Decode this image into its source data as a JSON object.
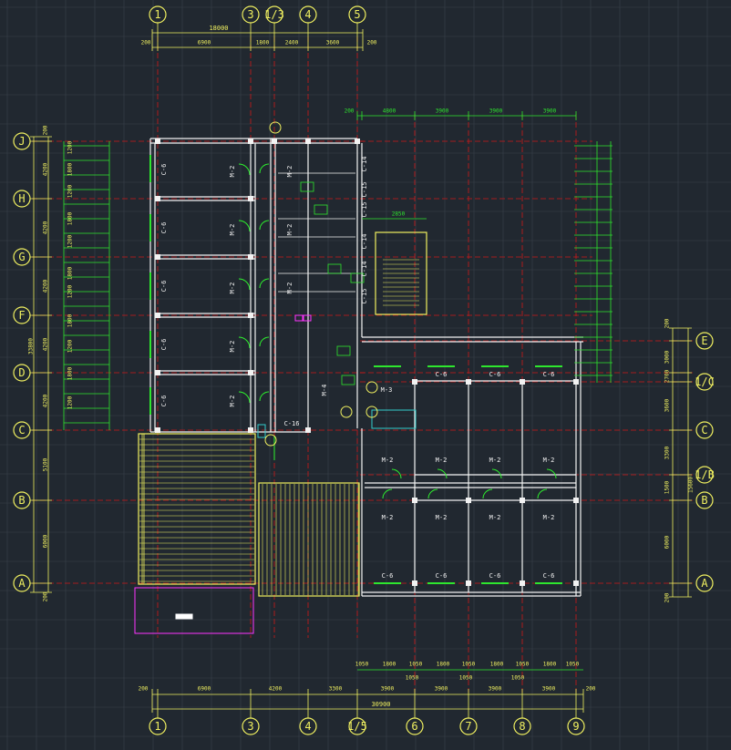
{
  "colors": {
    "background": "#212830",
    "grid": "#3a414b",
    "axis": "#d01818",
    "wall": "#f2f2f2",
    "dimension": "#2ee62e",
    "bubble": "#f0f060",
    "door": "#2ef22e",
    "stair": "#f0f060",
    "cyan": "#33cccc",
    "magenta": "#ff33ff"
  },
  "axis_labels": {
    "top": [
      "1",
      "3",
      "1/3",
      "4",
      "5"
    ],
    "bottom": [
      "1",
      "3",
      "4",
      "1/5",
      "6",
      "7",
      "8",
      "9"
    ],
    "left": [
      "J",
      "H",
      "G",
      "F",
      "D",
      "C",
      "B",
      "A"
    ],
    "right": [
      "E",
      "1/C",
      "C",
      "1/B",
      "B",
      "A"
    ]
  },
  "dims": {
    "top_total": "18000",
    "top_parts": [
      "200",
      "6900",
      "1800",
      "2400",
      "3600",
      "200"
    ],
    "bottom_parts": [
      "200",
      "6900",
      "4200",
      "3300",
      "3900",
      "3900",
      "3900",
      "3900",
      "200"
    ],
    "bottom_total": "30900",
    "bottom_windows": [
      "1050",
      "1800",
      "1050",
      "1800",
      "1050",
      "1800",
      "1050",
      "1800",
      "1050"
    ],
    "bottom_windows2": [
      "1050",
      "1050",
      "1050"
    ],
    "left_total": "33800",
    "left_parts": [
      "200",
      "4200",
      "4200",
      "4200",
      "4200",
      "4200",
      "5100",
      "6000",
      "200"
    ],
    "left_windows": [
      "1200",
      "1800",
      "1200",
      "1800",
      "1200",
      "1800",
      "1200",
      "1800",
      "1200",
      "1800",
      "1200"
    ],
    "right_total": "15600",
    "right_parts": [
      "200",
      "3000",
      "2700",
      "3600",
      "3300",
      "1500",
      "6000",
      "200"
    ],
    "east_top": [
      "200",
      "4800",
      "3900",
      "3900",
      "3900"
    ],
    "stair_dim": "2850"
  },
  "room_labels": {
    "windows_west": [
      "C-6",
      "C-6",
      "C-6",
      "C-6",
      "C-6"
    ],
    "doors_west": [
      "M-2",
      "M-2",
      "M-2",
      "M-2",
      "M-2"
    ],
    "doors_mid": [
      "M-2",
      "M-2",
      "M-2",
      "M-4"
    ],
    "windows_service": [
      "C-14",
      "C-15",
      "C-15",
      "C-14",
      "C-14",
      "C-15"
    ],
    "window_c16": "C-16",
    "windows_east_top": [
      "C-6",
      "C-6",
      "C-6"
    ],
    "windows_east_bottom": [
      "C-6",
      "C-6",
      "C-6",
      "C-6"
    ],
    "doors_east_top": [
      "M-2",
      "M-2",
      "M-2",
      "M-2"
    ],
    "doors_east_bottom": [
      "M-2",
      "M-2",
      "M-2",
      "M-2"
    ],
    "door_m3": "M-3"
  }
}
